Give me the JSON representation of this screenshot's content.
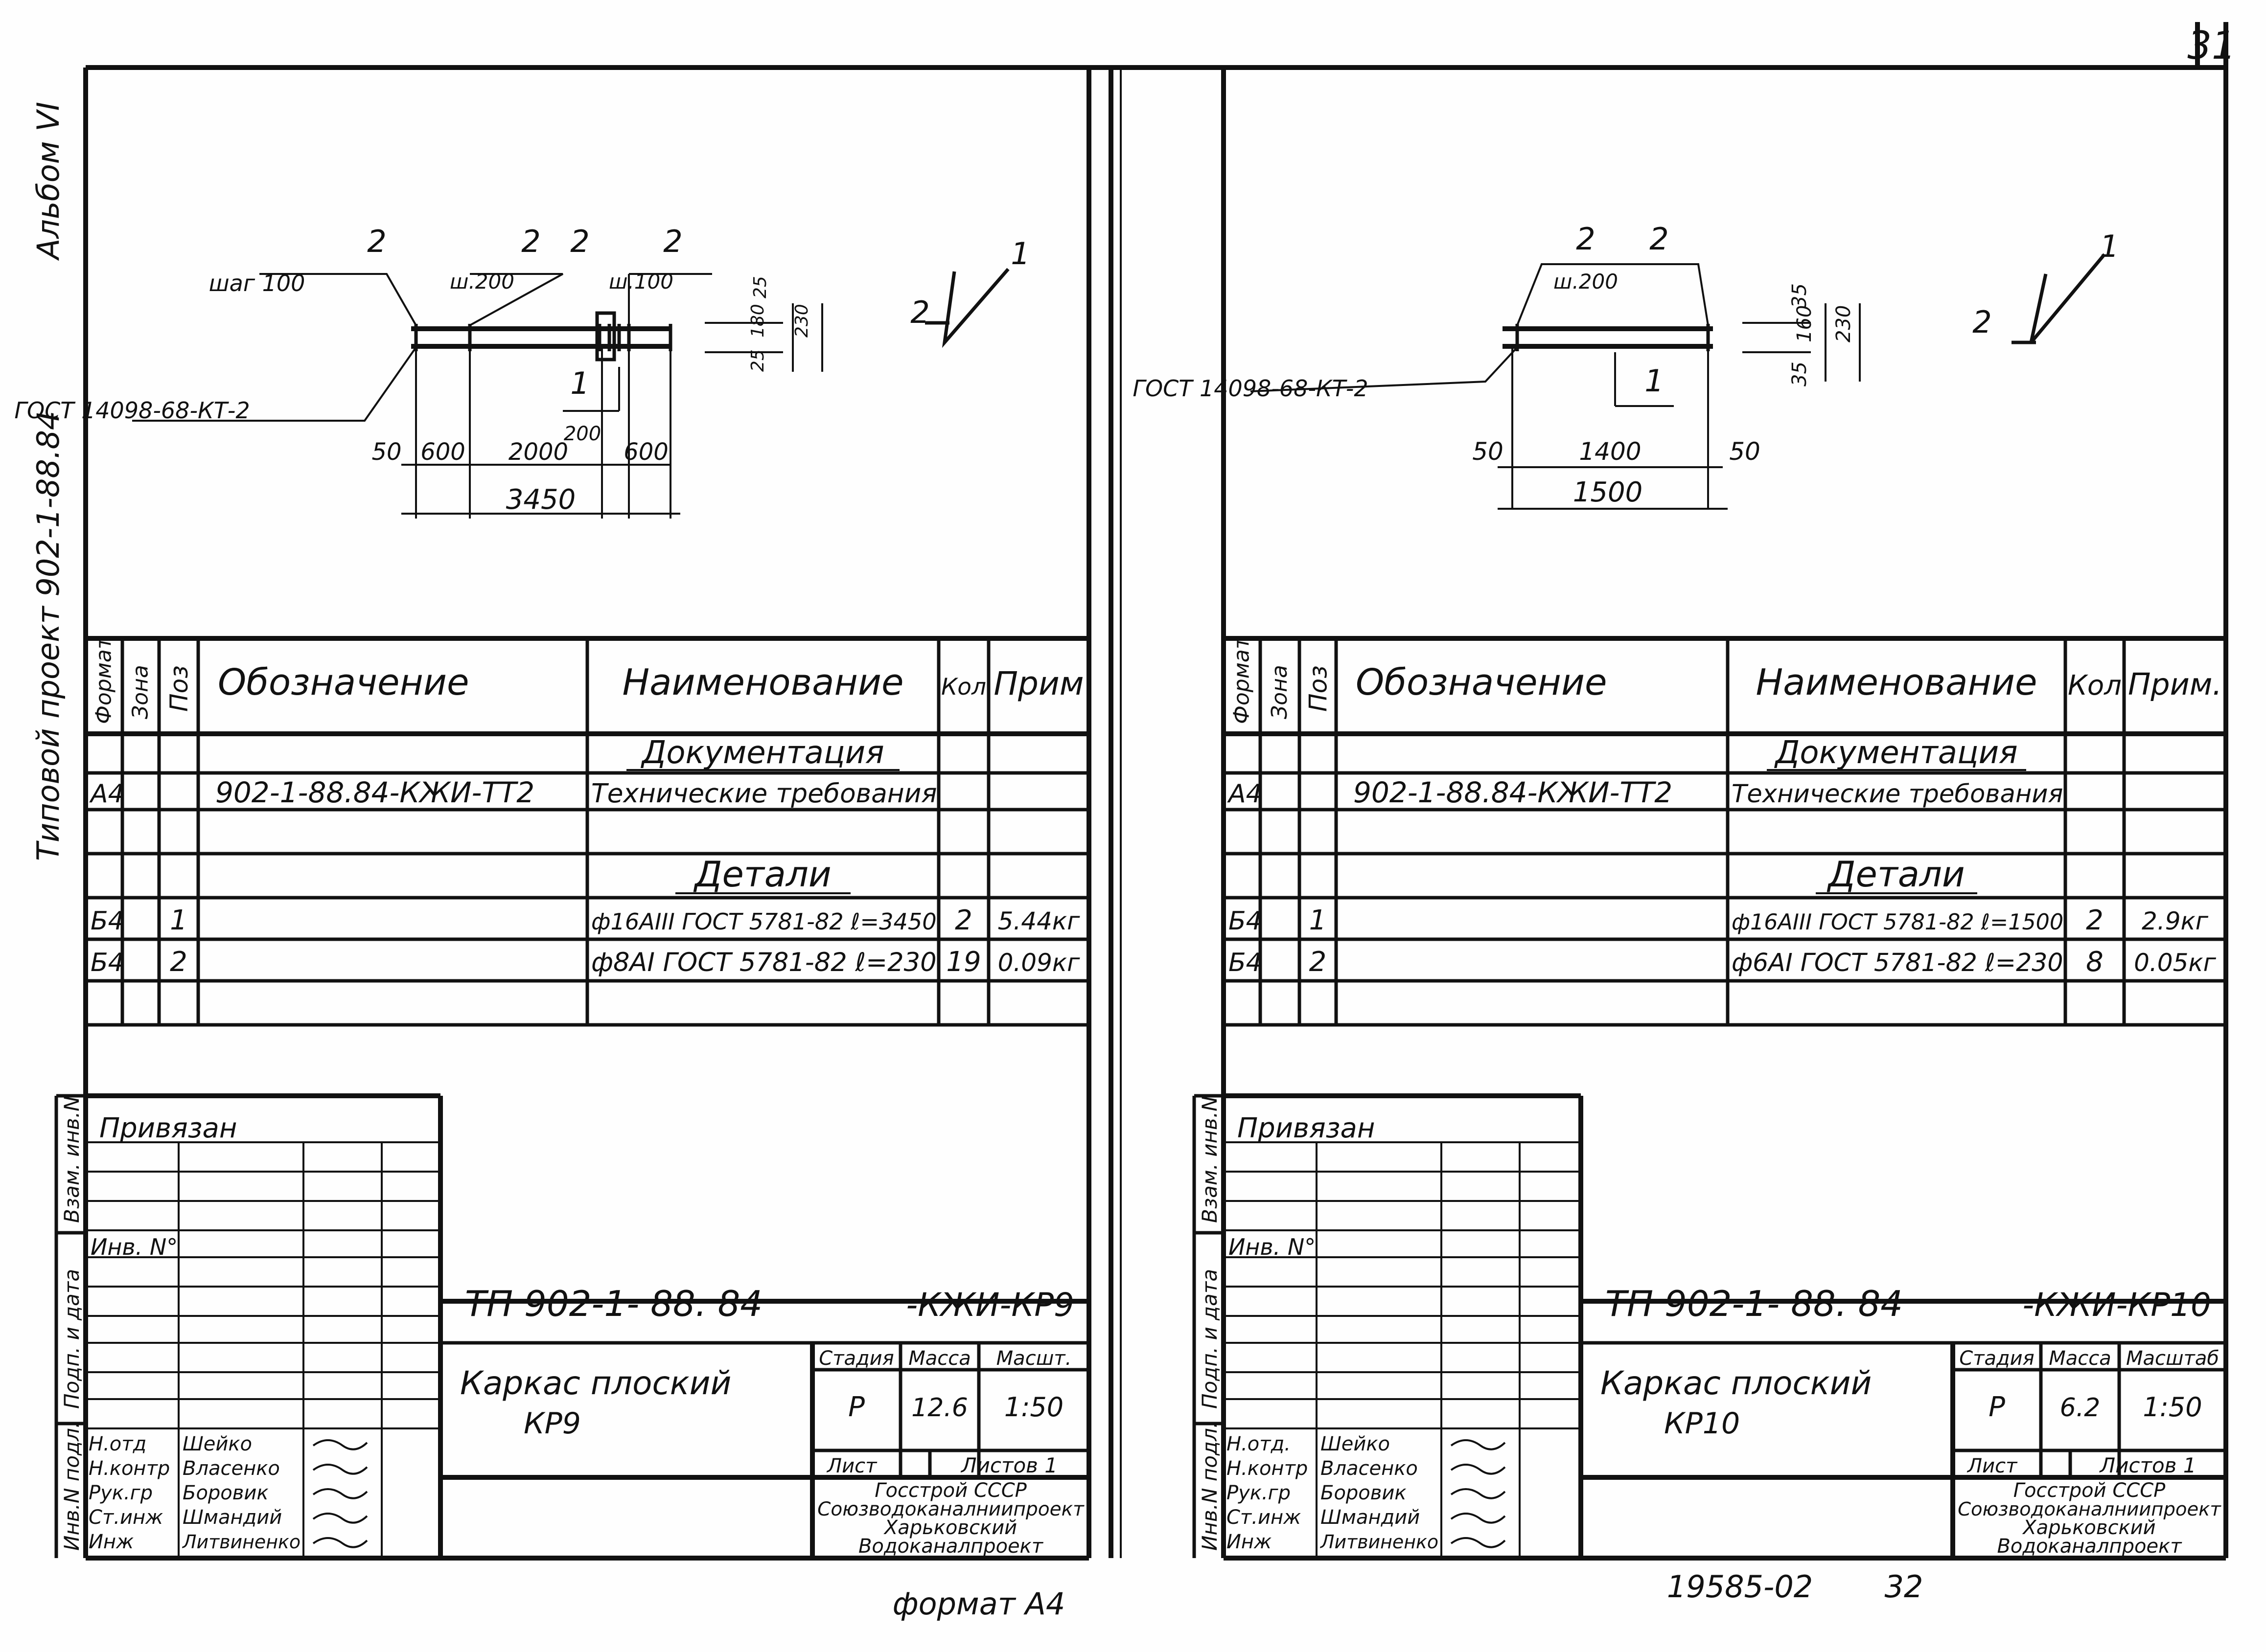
{
  "page_number": "31",
  "album": "Альбом VI",
  "project_side": "Типовой проект 902-1-88.84",
  "sheet_number_code": "19585-02",
  "sheet_number_index": "32",
  "format_label": "формат А4",
  "side_labels": {
    "vzam": "Взам. инв.N",
    "podp": "Подп. и дата",
    "inv": "Инв.N подл."
  },
  "spec_headers": {
    "format": "Формат",
    "zone": "Зона",
    "pos": "Поз",
    "designation": "Обозначение",
    "name": "Наименование",
    "qty": "Кол",
    "note": "Прим"
  },
  "sheets": [
    {
      "id": "kr9",
      "drawing": {
        "labels": [
          "2",
          "шаг 100",
          "2",
          "ш.200",
          "2",
          "2",
          "ш.100",
          "ГОСТ 14098-68-КТ-2",
          "1",
          "200",
          "50",
          "600",
          "2000",
          "600",
          "3450",
          "25",
          "180",
          "230",
          "25",
          "2",
          "1"
        ]
      },
      "spec": {
        "headers": {
          "format": "Формат",
          "zone": "Зона",
          "pos": "Поз",
          "designation": "Обозначение",
          "name": "Наименование",
          "qty": "Кол",
          "note": "Прим"
        },
        "section_docs": "Документация",
        "doc_row": {
          "format": "А4",
          "designation": "902-1-88.84-КЖИ-ТТ2",
          "name": "Технические требования"
        },
        "section_parts": "Детали",
        "rows": [
          {
            "format": "Б4",
            "pos": "1",
            "name": "ф16АIII ГОСТ 5781-82 ℓ=3450",
            "qty": "2",
            "note": "5.44кг"
          },
          {
            "format": "Б4",
            "pos": "2",
            "name": "ф8АI ГОСТ 5781-82 ℓ=230",
            "qty": "19",
            "note": "0.09кг"
          }
        ]
      },
      "title_block": {
        "privyazan": "Привязан",
        "inv_no": "Инв. N°",
        "code": "ТП 902-1- 88. 84",
        "code_suffix": "-КЖИ-КР9",
        "name_line1": "Каркас плоский",
        "name_line2": "КР9",
        "stage_label": "Стадия",
        "mass_label": "Масса",
        "scale_label": "Масшт.",
        "stage": "Р",
        "mass": "12.6",
        "scale": "1:50",
        "sheet_label": "Лист",
        "sheets_label": "Листов 1",
        "org": [
          "Госстрой СССР",
          "Союзводоканалниипроект",
          "Харьковский",
          "Водоканалпроект"
        ],
        "signatures": [
          {
            "role": "Н.отд",
            "name": "Шейко"
          },
          {
            "role": "Н.контр",
            "name": "Власенко"
          },
          {
            "role": "Рук.гр",
            "name": "Боровик"
          },
          {
            "role": "Ст.инж",
            "name": "Шмандий"
          },
          {
            "role": "Инж",
            "name": "Литвиненко"
          }
        ]
      }
    },
    {
      "id": "kr10",
      "drawing": {
        "labels": [
          "2",
          "ш.200",
          "2",
          "ГОСТ 14098-68-КТ-2",
          "1",
          "50",
          "1400",
          "50",
          "1500",
          "35",
          "160",
          "230",
          "35",
          "2",
          "1"
        ]
      },
      "spec": {
        "headers": {
          "format": "Формат",
          "zone": "Зона",
          "pos": "Поз",
          "designation": "Обозначение",
          "name": "Наименование",
          "qty": "Кол",
          "note": "Прим."
        },
        "section_docs": "Документация",
        "doc_row": {
          "format": "А4",
          "designation": "902-1-88.84-КЖИ-ТТ2",
          "name": "Технические требования"
        },
        "section_parts": "Детали",
        "rows": [
          {
            "format": "Б4",
            "pos": "1",
            "name": "ф16АIII ГОСТ 5781-82 ℓ=1500",
            "qty": "2",
            "note": "2.9кг"
          },
          {
            "format": "Б4",
            "pos": "2",
            "name": "ф6АI ГОСТ 5781-82 ℓ=230",
            "qty": "8",
            "note": "0.05кг"
          }
        ]
      },
      "title_block": {
        "privyazan": "Привязан",
        "inv_no": "Инв. N°",
        "code": "ТП 902-1- 88. 84",
        "code_suffix": "-КЖИ-КР10",
        "name_line1": "Каркас плоский",
        "name_line2": "КР10",
        "stage_label": "Стадия",
        "mass_label": "Масса",
        "scale_label": "Масштаб",
        "stage": "Р",
        "mass": "6.2",
        "scale": "1:50",
        "sheet_label": "Лист",
        "sheets_label": "Листов 1",
        "org": [
          "Госстрой СССР",
          "Союзводоканалниипроект",
          "Харьковский",
          "Водоканалпроект"
        ],
        "signatures": [
          {
            "role": "Н.отд.",
            "name": "Шейко"
          },
          {
            "role": "Н.контр",
            "name": "Власенко"
          },
          {
            "role": "Рук.гр",
            "name": "Боровик"
          },
          {
            "role": "Ст.инж",
            "name": "Шмандий"
          },
          {
            "role": "Инж",
            "name": "Литвиненко"
          }
        ]
      }
    }
  ]
}
